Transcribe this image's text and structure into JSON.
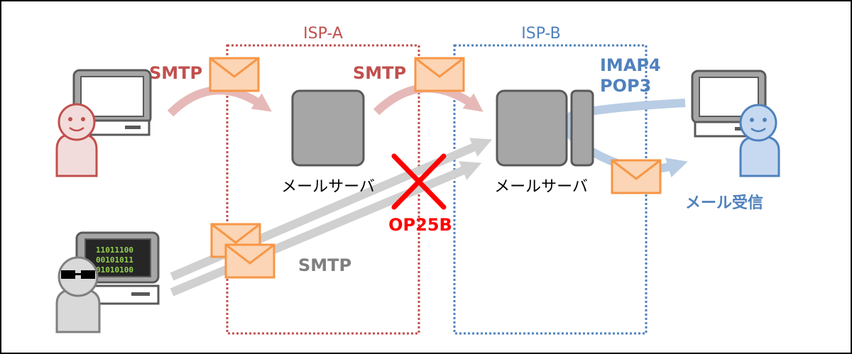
{
  "labels": {
    "isp_a": "ISP-A",
    "isp_b": "ISP-B",
    "smtp_1": "SMTP",
    "smtp_2": "SMTP",
    "smtp_3": "SMTP",
    "imap4": "IMAP4",
    "pop3": "POP3",
    "server_a": "メールサーバ",
    "server_b": "メールサーバ",
    "op25b": "OP25B",
    "mail_receive": "メール受信"
  },
  "binary": [
    "11011100",
    "00101011",
    "01010100"
  ],
  "colors": {
    "isp_a": "#c0504d",
    "isp_b": "#4f81bd",
    "smtp_red": "#c0504d",
    "smtp_blue": "#4f81bd",
    "smtp_gray": "#7f7f7f",
    "op25b": "#ff0000",
    "envelope_fill": "#fbd5b5",
    "envelope_stroke": "#f79646",
    "server_fill": "#a6a6a6",
    "server_stroke": "#595959"
  },
  "icons": {
    "envelope": "envelope-icon",
    "server": "server-icon",
    "computer": "computer-icon",
    "person": "person-icon",
    "blocked": "x-icon"
  }
}
